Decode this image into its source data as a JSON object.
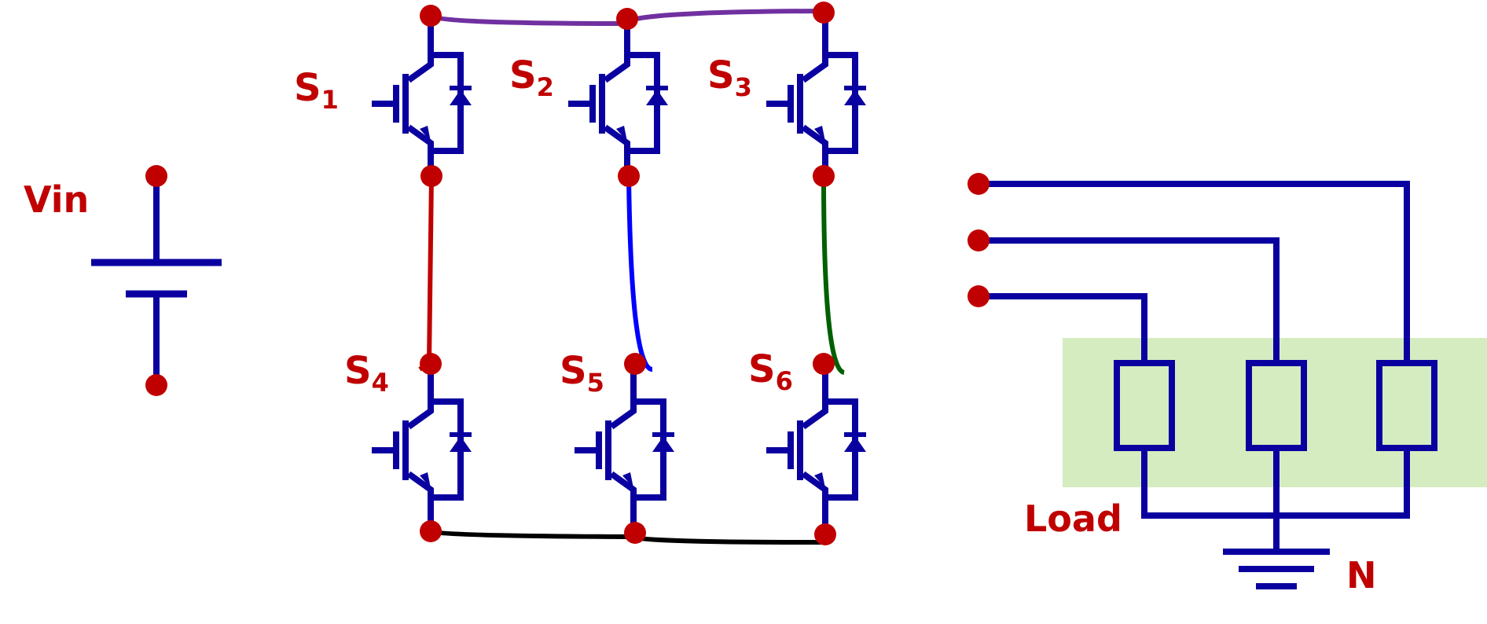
{
  "labels": {
    "vin": "Vin",
    "load": "Load",
    "neutral": "N",
    "switch_letter": "S",
    "switches": [
      "1",
      "2",
      "3",
      "4",
      "5",
      "6"
    ]
  },
  "colors": {
    "component": "#0a00a0",
    "node": "#c00000",
    "label": "#c00000",
    "top_rail": "#7030a0",
    "bottom_rail": "#000000",
    "phase_a": "#c00000",
    "phase_b": "#0000ff",
    "phase_c": "#006000",
    "load_area": "#d5ecc0"
  },
  "icons": {
    "switch": "igbt-with-diode-icon",
    "source": "battery-icon",
    "resistor": "resistor-icon",
    "ground": "ground-icon"
  }
}
